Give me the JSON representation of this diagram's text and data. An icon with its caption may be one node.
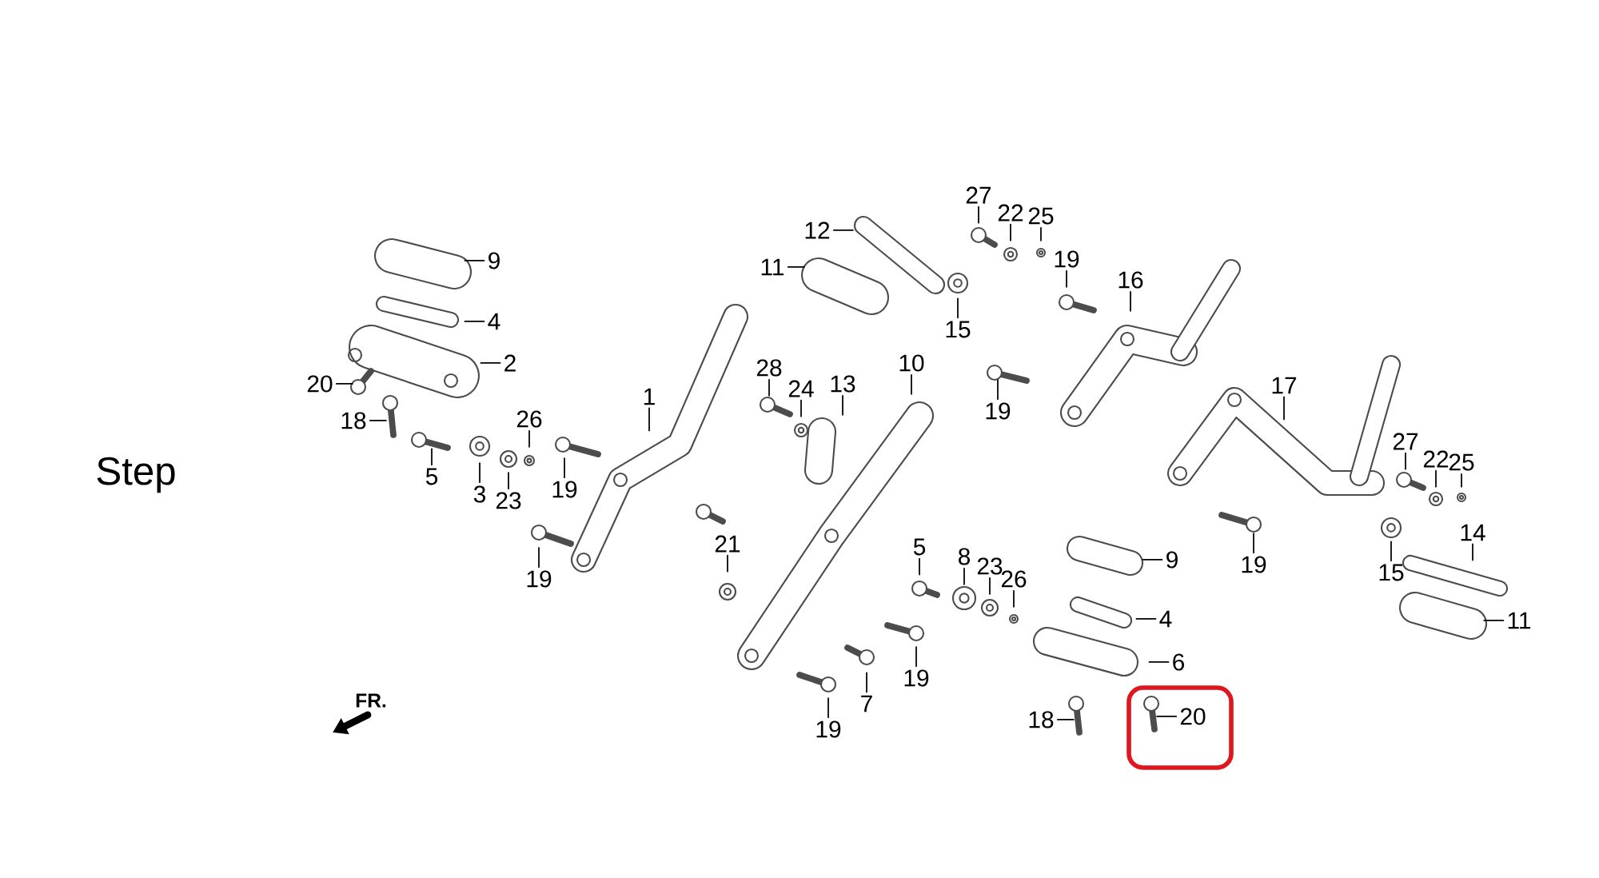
{
  "diagram": {
    "nodes": [
      {
        "text": [
          "9"
        ]
      },
      {
        "text": [
          "4"
        ]
      },
      {
        "text": [
          "2"
        ]
      },
      {
        "text": [
          "20"
        ]
      },
      {
        "text": [
          "18"
        ]
      },
      {
        "text": [
          "5"
        ]
      },
      {
        "text": [
          "3"
        ]
      },
      {
        "text": [
          "23"
        ]
      },
      {
        "text": [
          "26"
        ]
      },
      {
        "text": [
          "19"
        ]
      },
      {
        "text": [
          "1"
        ]
      },
      {
        "text": [
          "19"
        ]
      },
      {
        "text": [
          "28"
        ]
      },
      {
        "text": [
          "24"
        ]
      },
      {
        "text": [
          "13"
        ]
      },
      {
        "text": [
          "10"
        ]
      },
      {
        "text": [
          "21"
        ]
      },
      {
        "text": [
          "12"
        ]
      },
      {
        "text": [
          "11"
        ]
      },
      {
        "text": [
          "27"
        ]
      },
      {
        "text": [
          "22"
        ]
      },
      {
        "text": [
          "25"
        ]
      },
      {
        "text": [
          "15"
        ]
      },
      {
        "text": [
          "19"
        ]
      },
      {
        "text": [
          "16"
        ]
      },
      {
        "text": [
          "19"
        ]
      },
      {
        "text": [
          "17"
        ]
      },
      {
        "text": [
          "19"
        ]
      },
      {
        "text": [
          "27"
        ]
      },
      {
        "text": [
          "22"
        ]
      },
      {
        "text": [
          "25"
        ]
      },
      {
        "text": [
          "15"
        ]
      },
      {
        "text": [
          "14"
        ]
      },
      {
        "text": [
          "11"
        ]
      },
      {
        "text": [
          "5"
        ]
      },
      {
        "text": [
          "8"
        ]
      },
      {
        "text": [
          "23"
        ]
      },
      {
        "text": [
          "26"
        ]
      },
      {
        "text": [
          "9"
        ]
      },
      {
        "text": [
          "4"
        ]
      },
      {
        "text": [
          "6"
        ]
      },
      {
        "text": [
          "20"
        ]
      },
      {
        "text": [
          "18"
        ]
      },
      {
        "text": [
          "7"
        ]
      },
      {
        "text": [
          "19"
        ]
      },
      {
        "text": [
          "19"
        ]
      }
    ],
    "edges": [
      {
        "from": 0,
        "to": null,
        "arrow": "none"
      },
      {
        "from": 1,
        "to": null,
        "arrow": "none"
      },
      {
        "from": 2,
        "to": null,
        "arrow": "none"
      },
      {
        "from": 3,
        "to": null,
        "arrow": "none"
      },
      {
        "from": 4,
        "to": null,
        "arrow": "none"
      },
      {
        "from": 5,
        "to": null,
        "arrow": "none"
      },
      {
        "from": 6,
        "to": null,
        "arrow": "none"
      },
      {
        "from": 7,
        "to": null,
        "arrow": "none"
      },
      {
        "from": 8,
        "to": null,
        "arrow": "none"
      },
      {
        "from": 9,
        "to": null,
        "arrow": "none"
      },
      {
        "from": 10,
        "to": null,
        "arrow": "none"
      },
      {
        "from": 11,
        "to": null,
        "arrow": "none"
      },
      {
        "from": 12,
        "to": null,
        "arrow": "none"
      },
      {
        "from": 13,
        "to": null,
        "arrow": "none"
      },
      {
        "from": 14,
        "to": null,
        "arrow": "none"
      },
      {
        "from": 15,
        "to": null,
        "arrow": "none"
      },
      {
        "from": 16,
        "to": null,
        "arrow": "none"
      },
      {
        "from": 17,
        "to": null,
        "arrow": "none"
      },
      {
        "from": 18,
        "to": null,
        "arrow": "none"
      },
      {
        "from": 19,
        "to": null,
        "arrow": "none"
      },
      {
        "from": 20,
        "to": null,
        "arrow": "none"
      },
      {
        "from": 21,
        "to": null,
        "arrow": "none"
      },
      {
        "from": 22,
        "to": null,
        "arrow": "none"
      },
      {
        "from": 23,
        "to": null,
        "arrow": "none"
      },
      {
        "from": 24,
        "to": null,
        "arrow": "none"
      },
      {
        "from": 25,
        "to": null,
        "arrow": "none"
      },
      {
        "from": 26,
        "to": null,
        "arrow": "none"
      },
      {
        "from": 27,
        "to": null,
        "arrow": "none"
      },
      {
        "from": 28,
        "to": null,
        "arrow": "none"
      },
      {
        "from": 29,
        "to": null,
        "arrow": "none"
      },
      {
        "from": 30,
        "to": null,
        "arrow": "none"
      },
      {
        "from": 31,
        "to": null,
        "arrow": "none"
      },
      {
        "from": 32,
        "to": null,
        "arrow": "none"
      },
      {
        "from": 33,
        "to": null,
        "arrow": "none"
      },
      {
        "from": 34,
        "to": null,
        "arrow": "none"
      },
      {
        "from": 35,
        "to": null,
        "arrow": "none"
      },
      {
        "from": 36,
        "to": null,
        "arrow": "none"
      },
      {
        "from": 37,
        "to": null,
        "arrow": "none"
      },
      {
        "from": 38,
        "to": null,
        "arrow": "none"
      },
      {
        "from": 39,
        "to": null,
        "arrow": "none"
      },
      {
        "from": 40,
        "to": null,
        "arrow": "none"
      },
      {
        "from": 41,
        "to": null,
        "arrow": "none"
      },
      {
        "from": 42,
        "to": null,
        "arrow": "none"
      },
      {
        "from": 43,
        "to": null,
        "arrow": "none"
      },
      {
        "from": 44,
        "to": null,
        "arrow": "none"
      },
      {
        "from": 45,
        "to": null,
        "arrow": "none"
      }
    ],
    "labels": [
      "Step",
      "FR."
    ]
  }
}
